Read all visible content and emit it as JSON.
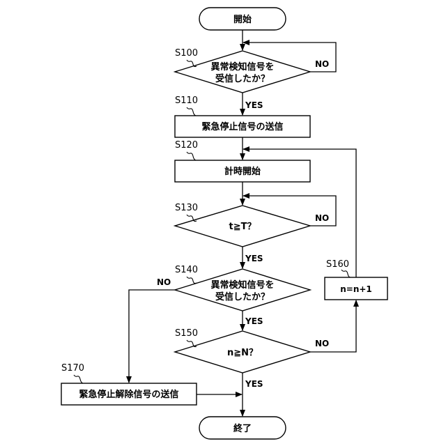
{
  "nodes": {
    "start": "開始",
    "check1_line1": "異常検知信号を",
    "check1_line2": "受信したか？",
    "send_stop": "緊急停止信号の送信",
    "timer_start": "計時開始",
    "check_time": "t≧T？",
    "check2_line1": "異常検知信号を",
    "check2_line2": "受信したか？",
    "check_count": "n≧N？",
    "increment": "n=n+1",
    "send_release": "緊急停止解除信号の送信",
    "end": "終了"
  },
  "steps": {
    "s100": "S100",
    "s110": "S110",
    "s120": "S120",
    "s130": "S130",
    "s140": "S140",
    "s150": "S150",
    "s160": "S160",
    "s170": "S170"
  },
  "edges": {
    "s100_no": "NO",
    "s100_yes": "YES",
    "s130_no": "NO",
    "s130_yes": "YES",
    "s140_no": "NO",
    "s140_yes": "YES",
    "s150_no": "NO",
    "s150_yes": "YES"
  }
}
